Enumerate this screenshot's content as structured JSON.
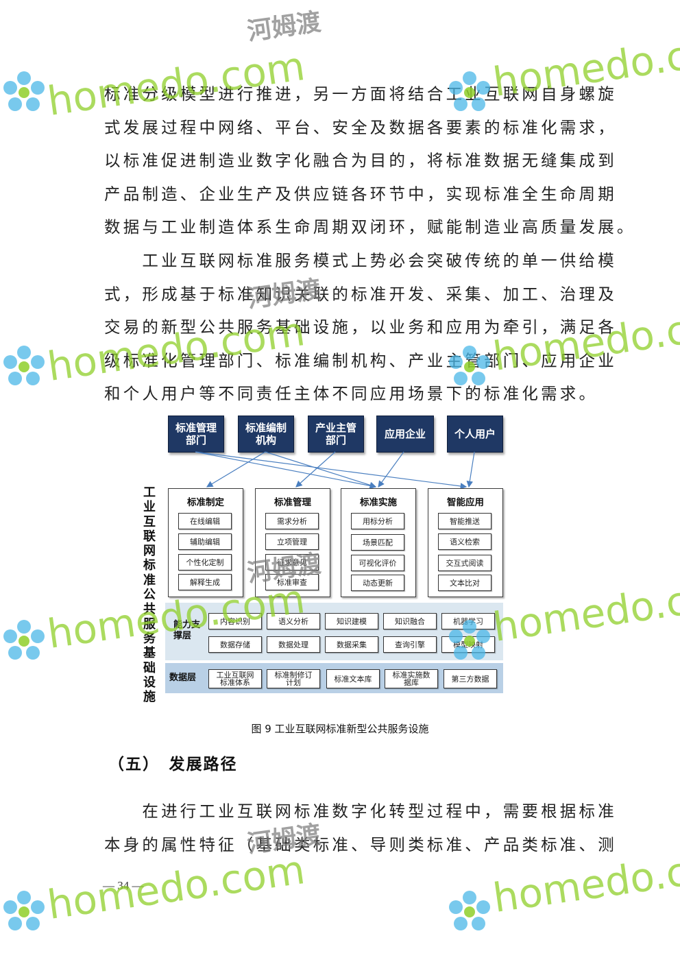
{
  "body": {
    "para1_lines": [
      "标准分级模型进行推进，另一方面将结合工业互联网自身螺旋",
      "式发展过程中网络、平台、安全及数据各要素的标准化需求，",
      "以标准促进制造业数字化融合为目的，将标准数据无缝集成到",
      "产品制造、企业生产及供应链各环节中，实现标准全生命周期",
      "数据与工业制造体系生命周期双闭环，赋能制造业高质量发展。"
    ],
    "para2_lines": [
      "　　工业互联网标准服务模式上势必会突破传统的单一供给模",
      "式，形成基于标准知识关联的标准开发、采集、加工、治理及",
      "交易的新型公共服务基础设施，以业务和应用为牵引，满足各",
      "级标准化管理部门、标准编制机构、产业主管部门、应用企业",
      "和个人用户等不同责任主体不同应用场景下的标准化需求。"
    ],
    "heading": "（五）　发展路径",
    "para3_lines": [
      "　　在进行工业互联网标准数字化转型过程中，需要根据标准",
      "本身的属性特征（基础类标准、导则类标准、产品类标准、测"
    ]
  },
  "figure": {
    "stakeholders": [
      "标准管理\n部门",
      "标准编制\n机构",
      "产业主管\n部门",
      "应用企业",
      "个人用户"
    ],
    "vertical_title": "工业互联网标准公共服务基础设施",
    "columns": [
      {
        "title": "标准制定",
        "items": [
          "在线编辑",
          "辅助编辑",
          "个性化定制",
          "解释生成"
        ]
      },
      {
        "title": "标准管理",
        "items": [
          "需求分析",
          "立项管理",
          "征求意见",
          "标准审查"
        ]
      },
      {
        "title": "标准实施",
        "items": [
          "用标分析",
          "场景匹配",
          "可视化评价",
          "动态更新"
        ]
      },
      {
        "title": "智能应用",
        "items": [
          "智能推送",
          "语义检索",
          "交互式阅读",
          "文本比对"
        ]
      }
    ],
    "capability_layer": {
      "label": "能力支\n撑层",
      "row1": [
        "内容识别",
        "语义分析",
        "知识建模",
        "知识融合",
        "机器学习"
      ],
      "row2": [
        "数据存储",
        "数据处理",
        "数据采集",
        "查询引擎",
        "模型映射"
      ]
    },
    "data_layer": {
      "label": "数据层",
      "items": [
        "工业互联网\n标准体系",
        "标准制修订\n计划",
        "标准文本库",
        "标准实施数\n据库",
        "第三方数据"
      ]
    },
    "caption": "图 9  工业互联网标准新型公共服务设施"
  },
  "page_number": "— 34 —",
  "watermark": {
    "brand": "homedo.com",
    "cn": "河姆渡",
    "colors": {
      "green": "#8fcf2a",
      "blue": "#4bb8e8"
    }
  },
  "colors": {
    "stakeholder_bg": "#1f3864",
    "capability_band": "#dbe7f0",
    "data_band": "#b9d0e6"
  }
}
